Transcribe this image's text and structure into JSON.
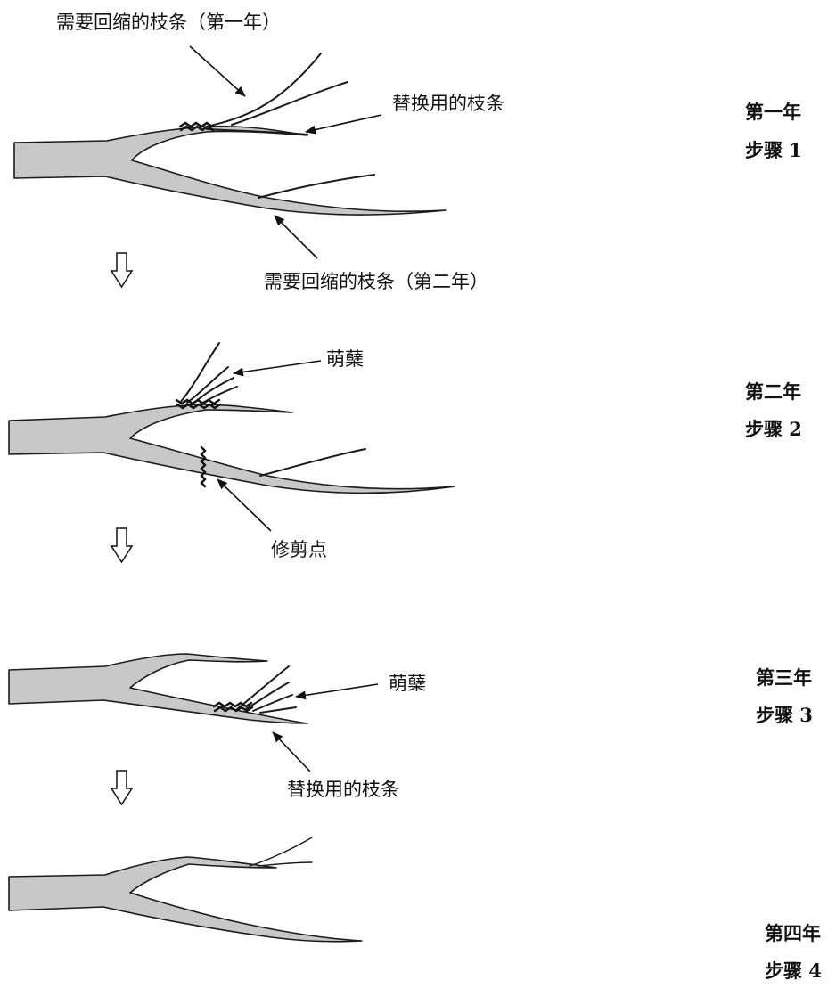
{
  "labels": {
    "cut_back_year1": "需要回缩的枝条（第一年）",
    "replacement_1": "替换用的枝条",
    "cut_back_year2": "需要回缩的枝条（第二年）",
    "sprouts_1": "萌蘖",
    "prune_point": "修剪点",
    "sprouts_2": "萌蘖",
    "replacement_2": "替换用的枝条"
  },
  "steps": [
    {
      "year": "第一年",
      "step": "步骤 1"
    },
    {
      "year": "第二年",
      "step": "步骤 2"
    },
    {
      "year": "第三年",
      "step": "步骤 3"
    },
    {
      "year": "第四年",
      "step": "步骤 4"
    }
  ],
  "colors": {
    "branch_fill": "#c8c8c8",
    "outline": "#1a1a1a"
  }
}
